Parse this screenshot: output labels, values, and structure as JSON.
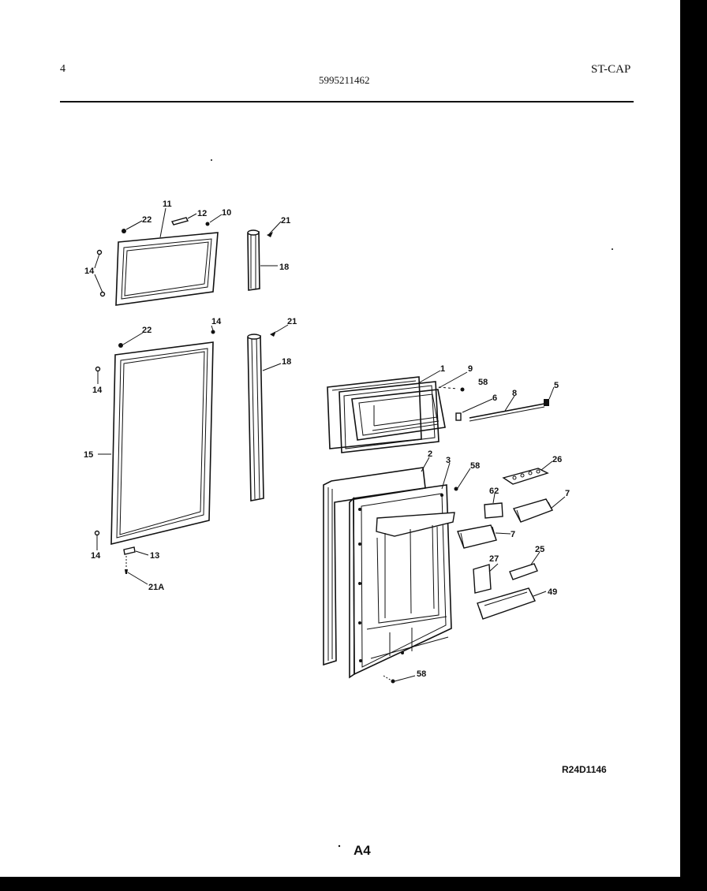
{
  "header": {
    "page_number": "4",
    "model_number": "5995211462",
    "brand_code": "ST-CAP"
  },
  "diagram_id": "R24D1146",
  "page_label": "A4",
  "callouts": [
    "22",
    "11",
    "12",
    "10",
    "21",
    "14",
    "18",
    "22",
    "14",
    "21",
    "18",
    "14",
    "15",
    "14",
    "13",
    "21A",
    "1",
    "9",
    "58",
    "6",
    "8",
    "5",
    "2",
    "3",
    "58",
    "26",
    "62",
    "7",
    "7",
    "25",
    "27",
    "49",
    "58"
  ]
}
